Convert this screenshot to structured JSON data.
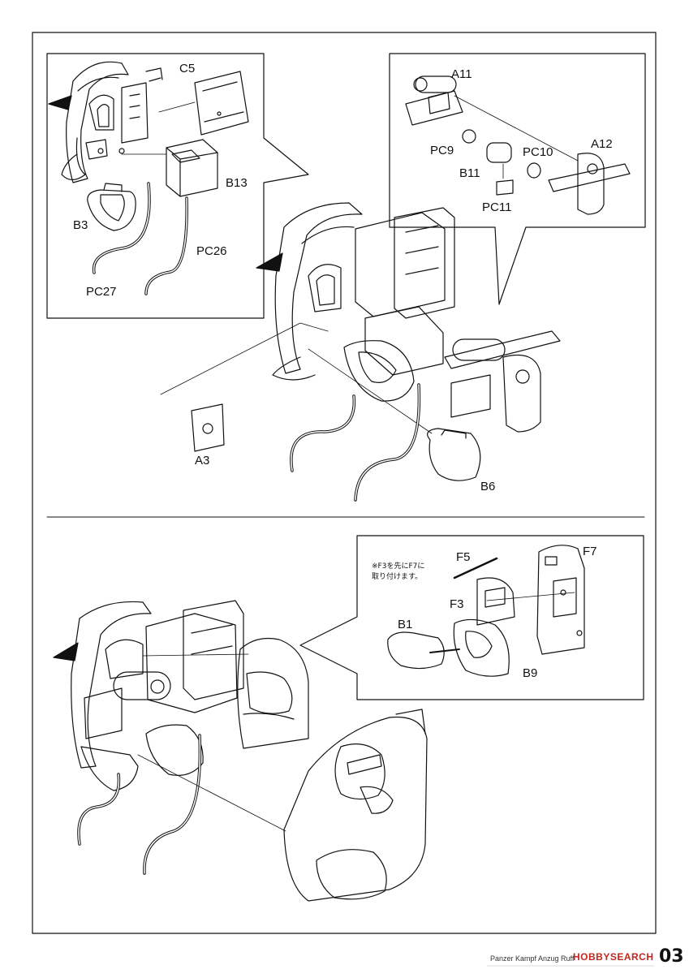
{
  "labels": {
    "c5": "C5",
    "b13": "B13",
    "b3": "B3",
    "pc26": "PC26",
    "pc27": "PC27",
    "a11": "A11",
    "a12": "A12",
    "pc9": "PC9",
    "pc10": "PC10",
    "b11": "B11",
    "pc11": "PC11",
    "a3": "A3",
    "b6": "B6",
    "f5": "F5",
    "f7": "F7",
    "f3": "F3",
    "b1": "B1",
    "b9": "B9"
  },
  "note": "※F3を先にF7に\n取り付けます。",
  "footer": {
    "product": "Panzer Kampf Anzug Ruff",
    "page": "03",
    "watermark": "HOBBYSEARCH"
  }
}
